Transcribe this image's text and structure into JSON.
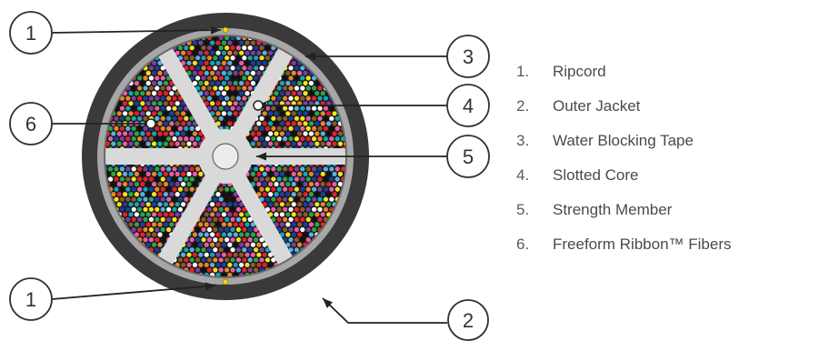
{
  "diagram": {
    "callouts": [
      {
        "id": "callout-ripcord-top",
        "number": "1"
      },
      {
        "id": "callout-water-tape",
        "number": "3"
      },
      {
        "id": "callout-slotted-core",
        "number": "4"
      },
      {
        "id": "callout-strength-member",
        "number": "5"
      },
      {
        "id": "callout-fibers",
        "number": "6"
      },
      {
        "id": "callout-ripcord-bottom",
        "number": "1"
      },
      {
        "id": "callout-outer-jacket",
        "number": "2"
      }
    ],
    "legend": [
      {
        "number": "1.",
        "label": "Ripcord"
      },
      {
        "number": "2.",
        "label": "Outer Jacket"
      },
      {
        "number": "3.",
        "label": "Water Blocking Tape"
      },
      {
        "number": "4.",
        "label": "Slotted Core"
      },
      {
        "number": "5.",
        "label": "Strength Member"
      },
      {
        "number": "6.",
        "label": "Freeform Ribbon™ Fibers"
      }
    ],
    "colors": {
      "jacket": "#3a3a3a",
      "tape": "#a7a7a7",
      "core": "#d9d9d9",
      "ripcord": "#f2d21a",
      "line": "#222222",
      "fiber_palette": [
        "#1b3f9a",
        "#e4212a",
        "#111111",
        "#f4e21b",
        "#ffffff",
        "#7b3fa0",
        "#2aa64a",
        "#e9862a",
        "#12a6b8",
        "#e85fa6",
        "#5ab0e0",
        "#8a5a2b"
      ]
    }
  }
}
